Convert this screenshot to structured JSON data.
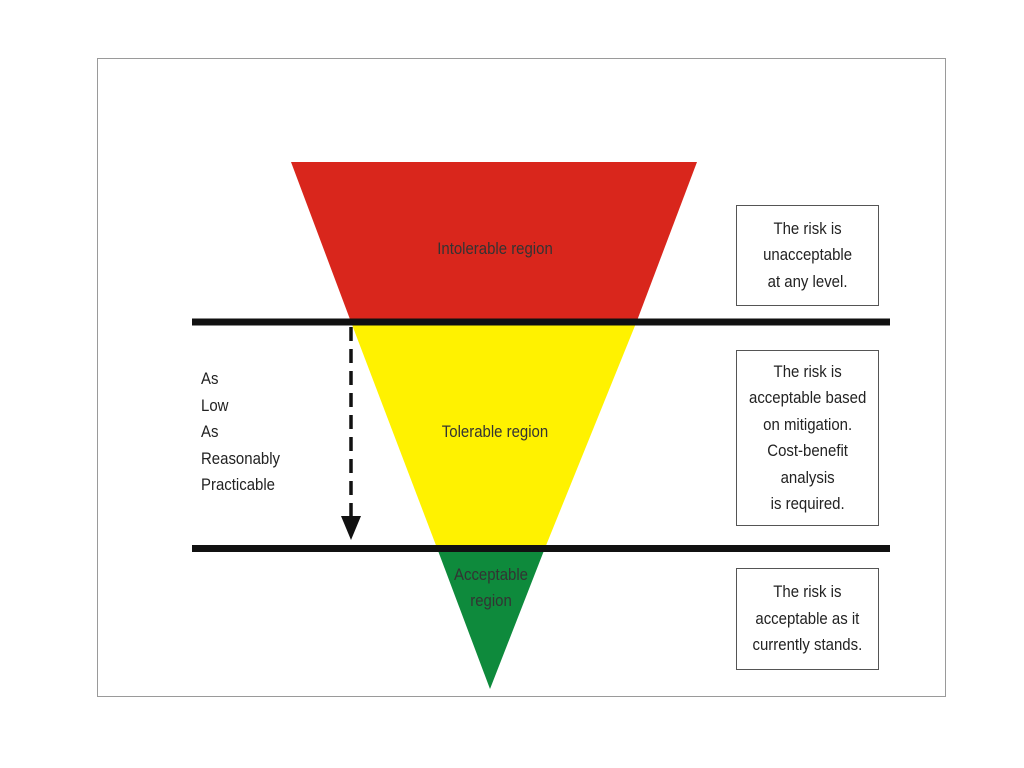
{
  "regions": {
    "intolerable": {
      "label": "Intolerable region",
      "color": "#d9261c"
    },
    "tolerable": {
      "label": "Tolerable region",
      "color": "#fff200"
    },
    "acceptable": {
      "label_lines": [
        "Acceptable",
        "region"
      ],
      "color": "#0e8a3c"
    }
  },
  "alarp_lines": [
    "As",
    "Low",
    "As",
    "Reasonably",
    "Practicable"
  ],
  "notes": {
    "intolerable": [
      "The risk is",
      "unacceptable",
      "at any level."
    ],
    "tolerable": [
      "The risk is",
      "acceptable based",
      "on mitigation.",
      "Cost-benefit",
      "analysis",
      "is required."
    ],
    "acceptable": [
      "The risk is",
      "acceptable as it",
      "currently stands."
    ]
  }
}
